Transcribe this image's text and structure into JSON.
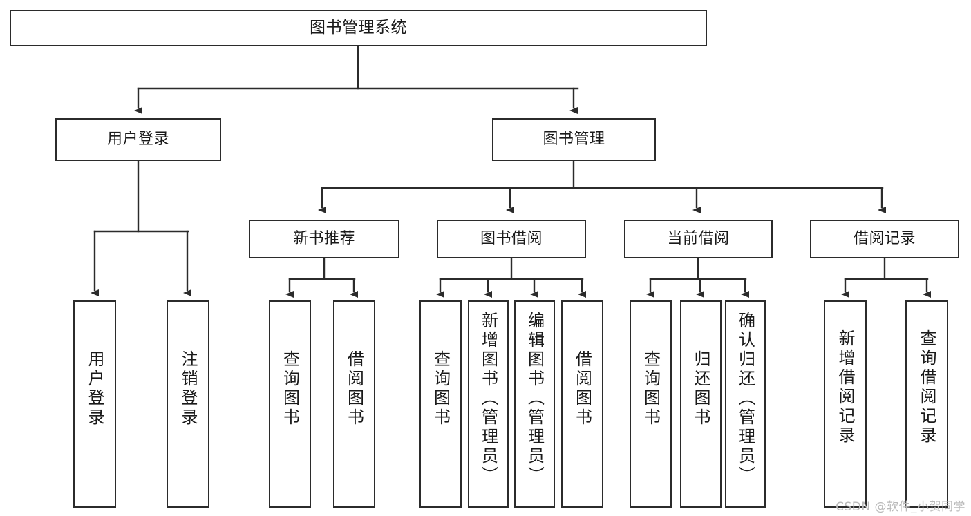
{
  "diagram": {
    "title": "图书管理系统",
    "type": "hierarchy-tree",
    "root": {
      "id": "root",
      "label": "图书管理系统"
    },
    "level1": [
      {
        "id": "user-login",
        "label": "用户登录"
      },
      {
        "id": "book-manage",
        "label": "图书管理"
      }
    ],
    "level2": [
      {
        "id": "new-book-recommend",
        "label": "新书推荐",
        "parent": "book-manage"
      },
      {
        "id": "book-borrow",
        "label": "图书借阅",
        "parent": "book-manage"
      },
      {
        "id": "current-borrow",
        "label": "当前借阅",
        "parent": "book-manage"
      },
      {
        "id": "borrow-record",
        "label": "借阅记录",
        "parent": "book-manage"
      }
    ],
    "leaves": [
      {
        "id": "leaf-user-login",
        "label": "用户登录",
        "parent": "user-login"
      },
      {
        "id": "leaf-user-logout",
        "label": "注销登录",
        "parent": "user-login"
      },
      {
        "id": "leaf-query-book-1",
        "label": "查询图书",
        "parent": "new-book-recommend"
      },
      {
        "id": "leaf-borrow-book-1",
        "label": "借阅图书",
        "parent": "new-book-recommend"
      },
      {
        "id": "leaf-query-book-2",
        "label": "查询图书",
        "parent": "book-borrow"
      },
      {
        "id": "leaf-add-book",
        "label": "新增图书（管理员）",
        "parent": "book-borrow"
      },
      {
        "id": "leaf-edit-book",
        "label": "编辑图书（管理员）",
        "parent": "book-borrow"
      },
      {
        "id": "leaf-borrow-book-2",
        "label": "借阅图书",
        "parent": "book-borrow"
      },
      {
        "id": "leaf-query-book-3",
        "label": "查询图书",
        "parent": "current-borrow"
      },
      {
        "id": "leaf-return-book",
        "label": "归还图书",
        "parent": "current-borrow"
      },
      {
        "id": "leaf-confirm-return",
        "label": "确认归还（管理员）",
        "parent": "current-borrow"
      },
      {
        "id": "leaf-add-borrow-record",
        "label": "新增借阅记录",
        "parent": "borrow-record"
      },
      {
        "id": "leaf-query-borrow-record",
        "label": "查询借阅记录",
        "parent": "borrow-record"
      }
    ],
    "colors": {
      "background": "#ffffff",
      "box_fill": "#ffffff",
      "box_border": "#2b2b2b",
      "connector": "#2b2b2b",
      "text": "#1a1a1a",
      "watermark": "#b9b9b9"
    }
  },
  "watermark": {
    "text": "CSDN @软件_小贺同学"
  }
}
